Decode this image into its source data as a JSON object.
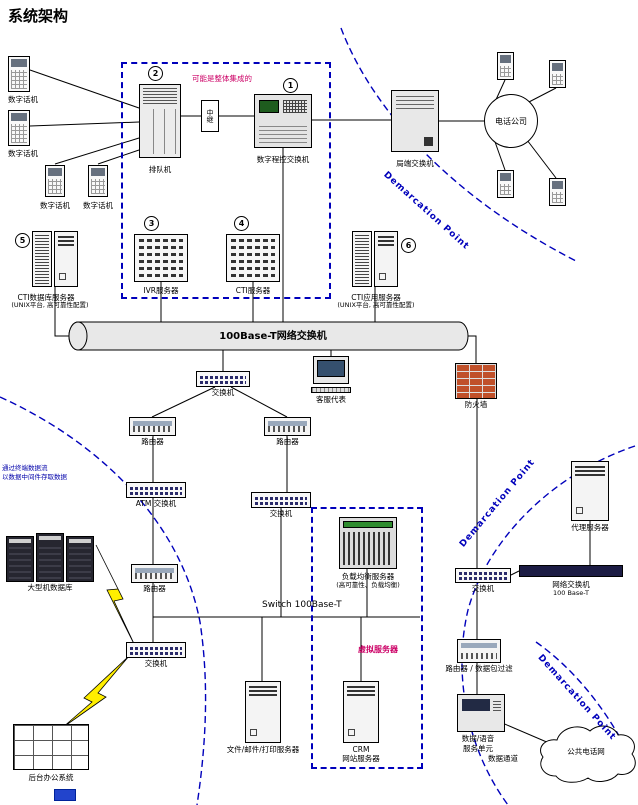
{
  "title": "系统架构",
  "colors": {
    "demarcation_blue": "#0000bb",
    "note_magenta": "#cc0066",
    "virtual_red": "#cc0066",
    "lightning_yellow": "#ffee00",
    "firewall_brick": "#c0502a",
    "load_balancer_green": "#2e8b2e"
  },
  "badges": {
    "pbx": "1",
    "queue": "2",
    "ivr": "3",
    "cti": "4",
    "cti_db": "5",
    "cti_app": "6"
  },
  "nodes": {
    "phone": "数字话机",
    "queue": "排队机",
    "trunk": "中继",
    "pbx": "数字程控交换机",
    "co_switch": "局端交换机",
    "telco": "电话公司",
    "ivr": "IVR服务器",
    "cti": "CTI服务器",
    "cti_db": "CTI数据库服务器",
    "cti_db_sub": "(UNIX平台, 高可靠性配置)",
    "cti_app": "CTI应用服务器",
    "cti_app_sub": "(UNIX平台, 高可靠性配置)",
    "backbone": "100Base-T网络交换机",
    "switch_a": "交换机",
    "agent": "客服代表",
    "router_a": "路由器",
    "router_b": "路由器",
    "firewall": "防火墙",
    "atm_switch": "ATM 交换机",
    "switch_b": "交换机",
    "router_c": "路由器",
    "switch_c": "交换机",
    "mainframe": "大型机数据库",
    "switch_100": "Switch 100Base-T",
    "lb": "负载均衡服务器",
    "lb_sub": "(高可靠性、负载均衡)",
    "virtual": "虚拟服务器",
    "file_server": "文件/邮件/打印服务器",
    "crm_1": "CRM",
    "crm_2": "网站服务器",
    "proxy": "代理服务器",
    "net_switch": "网络交换机",
    "net_switch_sub": "100 Base-T",
    "switch_d": "交换机",
    "router_filter": "路由器 / 数据包过滤",
    "dvsu_1": "数据/语音",
    "dvsu_2": "服务单元",
    "data_channel": "数据通道",
    "pstn": "公共电话网",
    "back_office": "后台办公系统"
  },
  "notes": {
    "integrated": "可能是整体集成的",
    "left_line1": "通过终端数据流",
    "left_line2": "以数据中间件存取数据"
  },
  "demarcation": {
    "top": "Demarcation Point",
    "mid": "Demarcation Point",
    "bottom": "Demarcation Point"
  }
}
